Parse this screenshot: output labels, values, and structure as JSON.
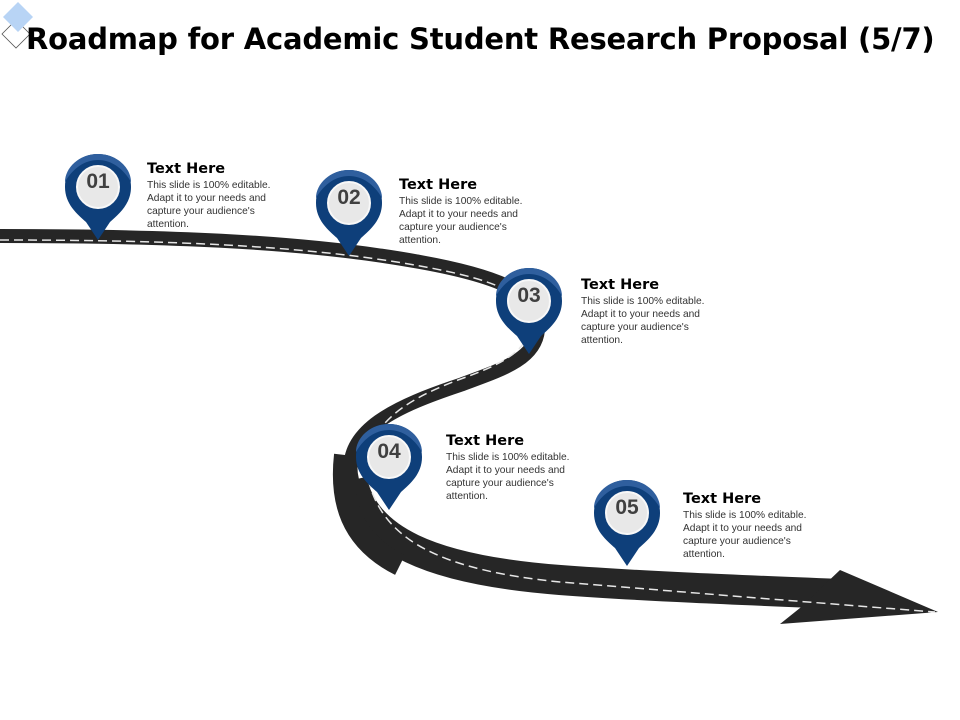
{
  "slide": {
    "title": "Roadmap for Academic Student Research Proposal (5/7)"
  },
  "colors": {
    "pin_blue": "#0e3f7a",
    "pin_highlight": "#2f5f9e",
    "pin_inner": "#e8e8e8",
    "road": "#262626",
    "road_dash": "#e6e6e6",
    "deco_diamond": "#b8d4f5"
  },
  "milestones": [
    {
      "number": "01",
      "heading": "Text Here",
      "body": "This slide is 100% editable.  Adapt it to your needs and capture your audience's attention."
    },
    {
      "number": "02",
      "heading": "Text Here",
      "body": "This slide is 100% editable.  Adapt it to your needs and capture your audience's attention."
    },
    {
      "number": "03",
      "heading": "Text Here",
      "body": "This slide is 100% editable.  Adapt it to your needs and capture your audience's attention."
    },
    {
      "number": "04",
      "heading": "Text Here",
      "body": "This slide is 100% editable.  Adapt it to your needs and capture your audience's attention."
    },
    {
      "number": "05",
      "heading": "Text Here",
      "body": "This slide is 100% editable.  Adapt it to your needs and capture your audience's attention."
    }
  ]
}
